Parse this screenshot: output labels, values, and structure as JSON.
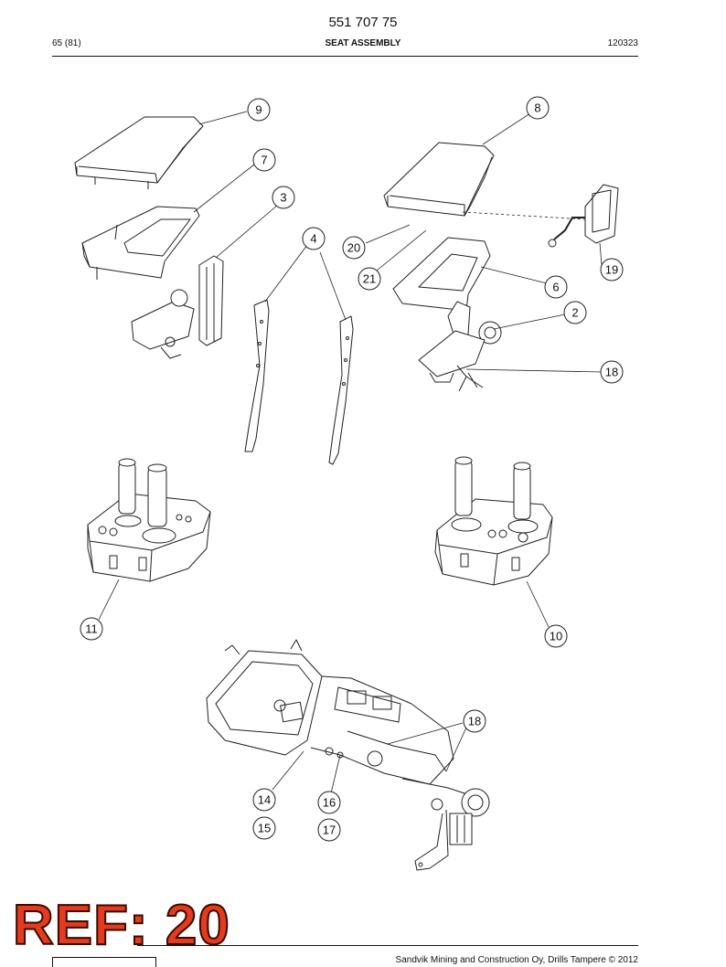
{
  "header": {
    "doc_number": "551 707 75",
    "page": "65 (81)",
    "title": "SEAT ASSEMBLY",
    "code": "120323"
  },
  "callouts": [
    "9",
    "8",
    "7",
    "3",
    "4",
    "20",
    "21",
    "19",
    "6",
    "2",
    "18",
    "11",
    "10",
    "18",
    "14",
    "15",
    "16",
    "17"
  ],
  "stamp": "REF: 20",
  "footer": {
    "copyright": "Sandvik Mining and Construction Oy, Drills Tampere © 2012"
  }
}
